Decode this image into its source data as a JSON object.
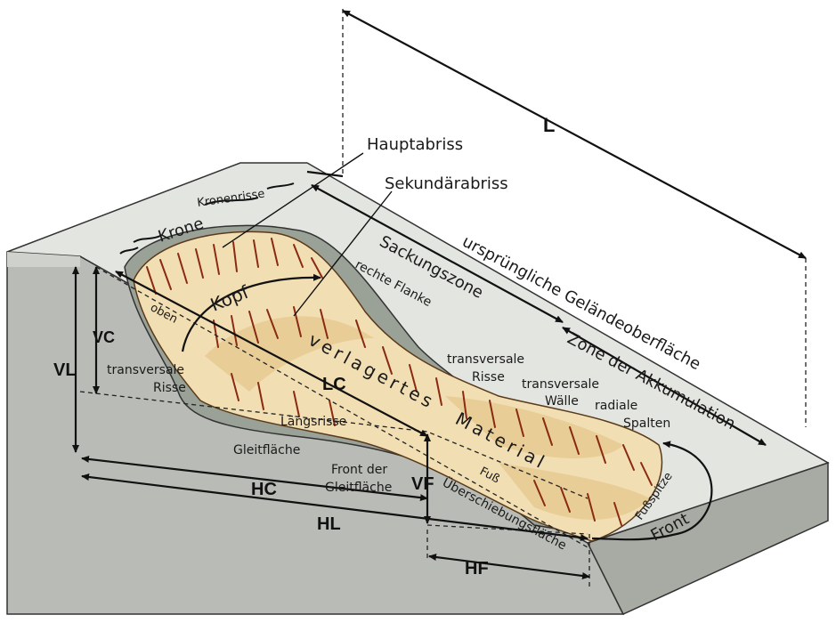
{
  "labels": {
    "L": "L",
    "hauptabriss": "Hauptabriss",
    "sekundaerabriss": "Sekundärabriss",
    "kronenrisse": "Kronenrisse",
    "krone": "Krone",
    "sackungszone": "Sackungszone",
    "urspruengliche": "ursprüngliche Geländeoberfläche",
    "rechte_flanke": "rechte Flanke",
    "kopf": "Kopf",
    "oben": "oben",
    "vc": "VC",
    "vl": "VL",
    "transversale_risse_left": "transversale",
    "risse_left": "Risse",
    "lc": "LC",
    "verlagertes": "verlagertes",
    "material": "Material",
    "transversale_risse_mid": "transversale",
    "risse_mid": "Risse",
    "transversale_waelle": "transversale",
    "waelle": "Wälle",
    "radiale": "radiale",
    "spalten": "Spalten",
    "zone": "Zone der Akkumulation",
    "laengsrisse": "Längsrisse",
    "gleitflaeche": "Gleitfläche",
    "front_der": "Front der",
    "gleitflaeche2": "Gleitfläche",
    "fuss": "Fuß",
    "ueberschiebung": "Überschiebungsfläche",
    "fussspitze": "Fußspitze",
    "front": "Front",
    "vf": "VF",
    "hc": "HC",
    "hl": "HL",
    "hf": "HF"
  },
  "colors": {
    "block_side": "#b9bcb6",
    "block_top": "#e3e5e1",
    "scar": "#9aa197",
    "material": "#f2deb3",
    "material_dark": "#e4c68b",
    "crack": "#8a2a12"
  }
}
